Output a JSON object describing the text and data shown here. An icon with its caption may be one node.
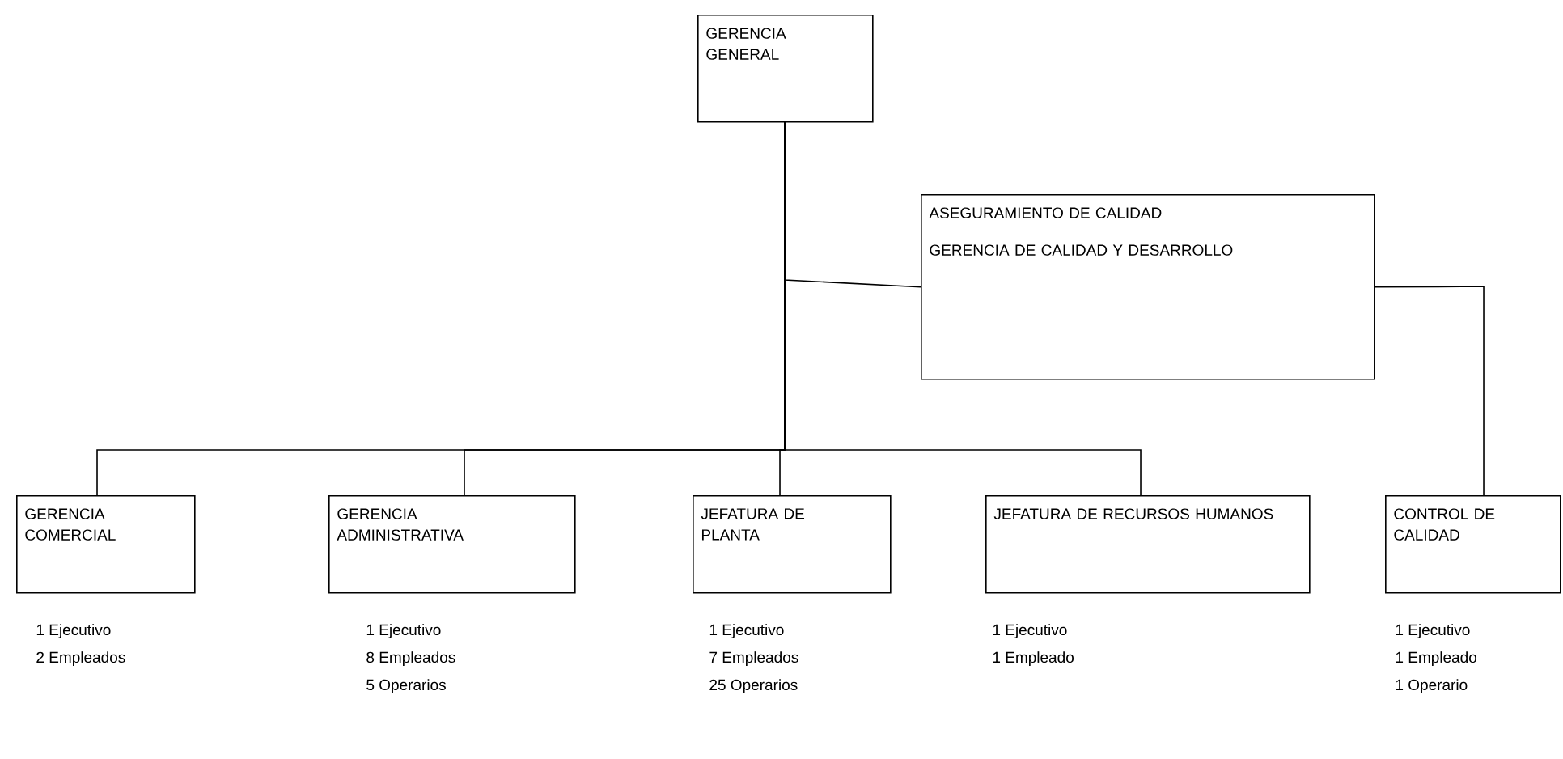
{
  "diagram": {
    "nodes": [
      {
        "text": [
          "GERENCIA GENERAL"
        ]
      },
      {
        "text": [
          "ASEGURAMIENTO DE CALIDAD",
          "GERENCIA DE CALIDAD Y DESARROLLO"
        ]
      },
      {
        "text": [
          "GERENCIA COMERCIAL"
        ],
        "beside": [
          "1 Ejecutivo",
          "2 Empleados"
        ]
      },
      {
        "text": [
          "GERENCIA ADMINISTRATIVA"
        ],
        "beside": [
          "1 Ejecutivo",
          "8 Empleados",
          "5 Operarios"
        ]
      },
      {
        "text": [
          "JEFATURA DE PLANTA"
        ],
        "beside": [
          "1 Ejecutivo",
          "7 Empleados",
          "25 Operarios"
        ]
      },
      {
        "text": [
          "JEFATURA DE RECURSOS HUMANOS"
        ],
        "beside": [
          "1 Ejecutivo",
          "1 Empleado"
        ]
      },
      {
        "text": [
          "CONTROL DE CALIDAD"
        ],
        "beside": [
          "1 Ejecutivo",
          "1 Empleado",
          "1 Operario"
        ]
      }
    ],
    "edges": [
      {
        "from": 0,
        "to": 1,
        "arrow": "none"
      },
      {
        "from": 0,
        "to": 2,
        "arrow": "none"
      },
      {
        "from": 0,
        "to": 3,
        "arrow": "none"
      },
      {
        "from": 0,
        "to": 4,
        "arrow": "none"
      },
      {
        "from": 0,
        "to": 5,
        "arrow": "none"
      },
      {
        "from": 1,
        "to": 6,
        "arrow": "none"
      }
    ]
  }
}
